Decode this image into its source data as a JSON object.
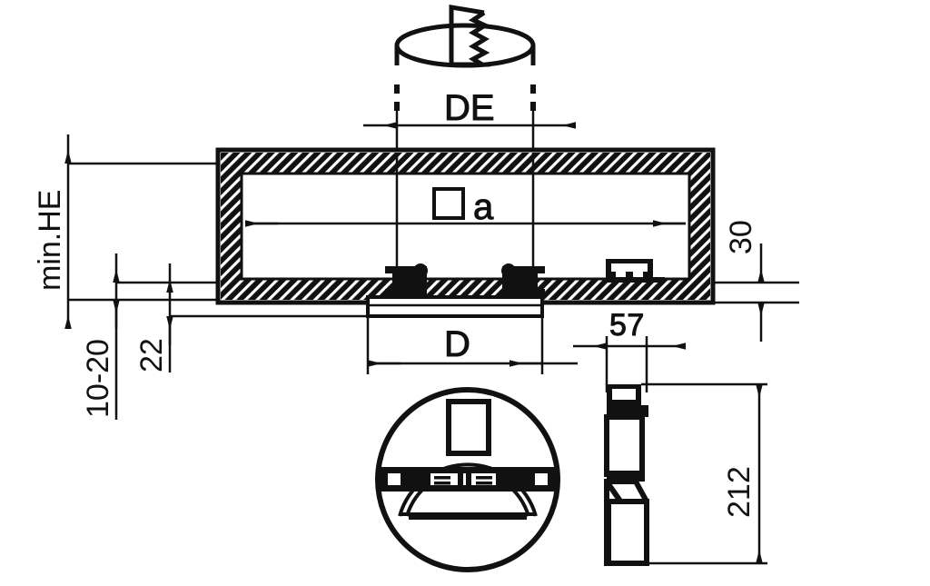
{
  "drawing": {
    "title": "Recessed luminaire installation drawing",
    "line_color": "#111111",
    "background_color": "#ffffff",
    "hatch_color": "#111111"
  },
  "dimensions": {
    "min_he": "min.HE",
    "range_10_20": "10-20",
    "d22": "22",
    "de": "DE",
    "square_a": "a",
    "d30": "30",
    "d_letter": "D",
    "d57": "57",
    "d212": "212"
  },
  "symbols": {
    "hole_saw": "hole-saw-symbol",
    "square_section": "square-symbol"
  },
  "views": {
    "section_view": "section-front-view",
    "bottom_view": "bottom-circular-view",
    "side_view": "side-elevation-view"
  }
}
